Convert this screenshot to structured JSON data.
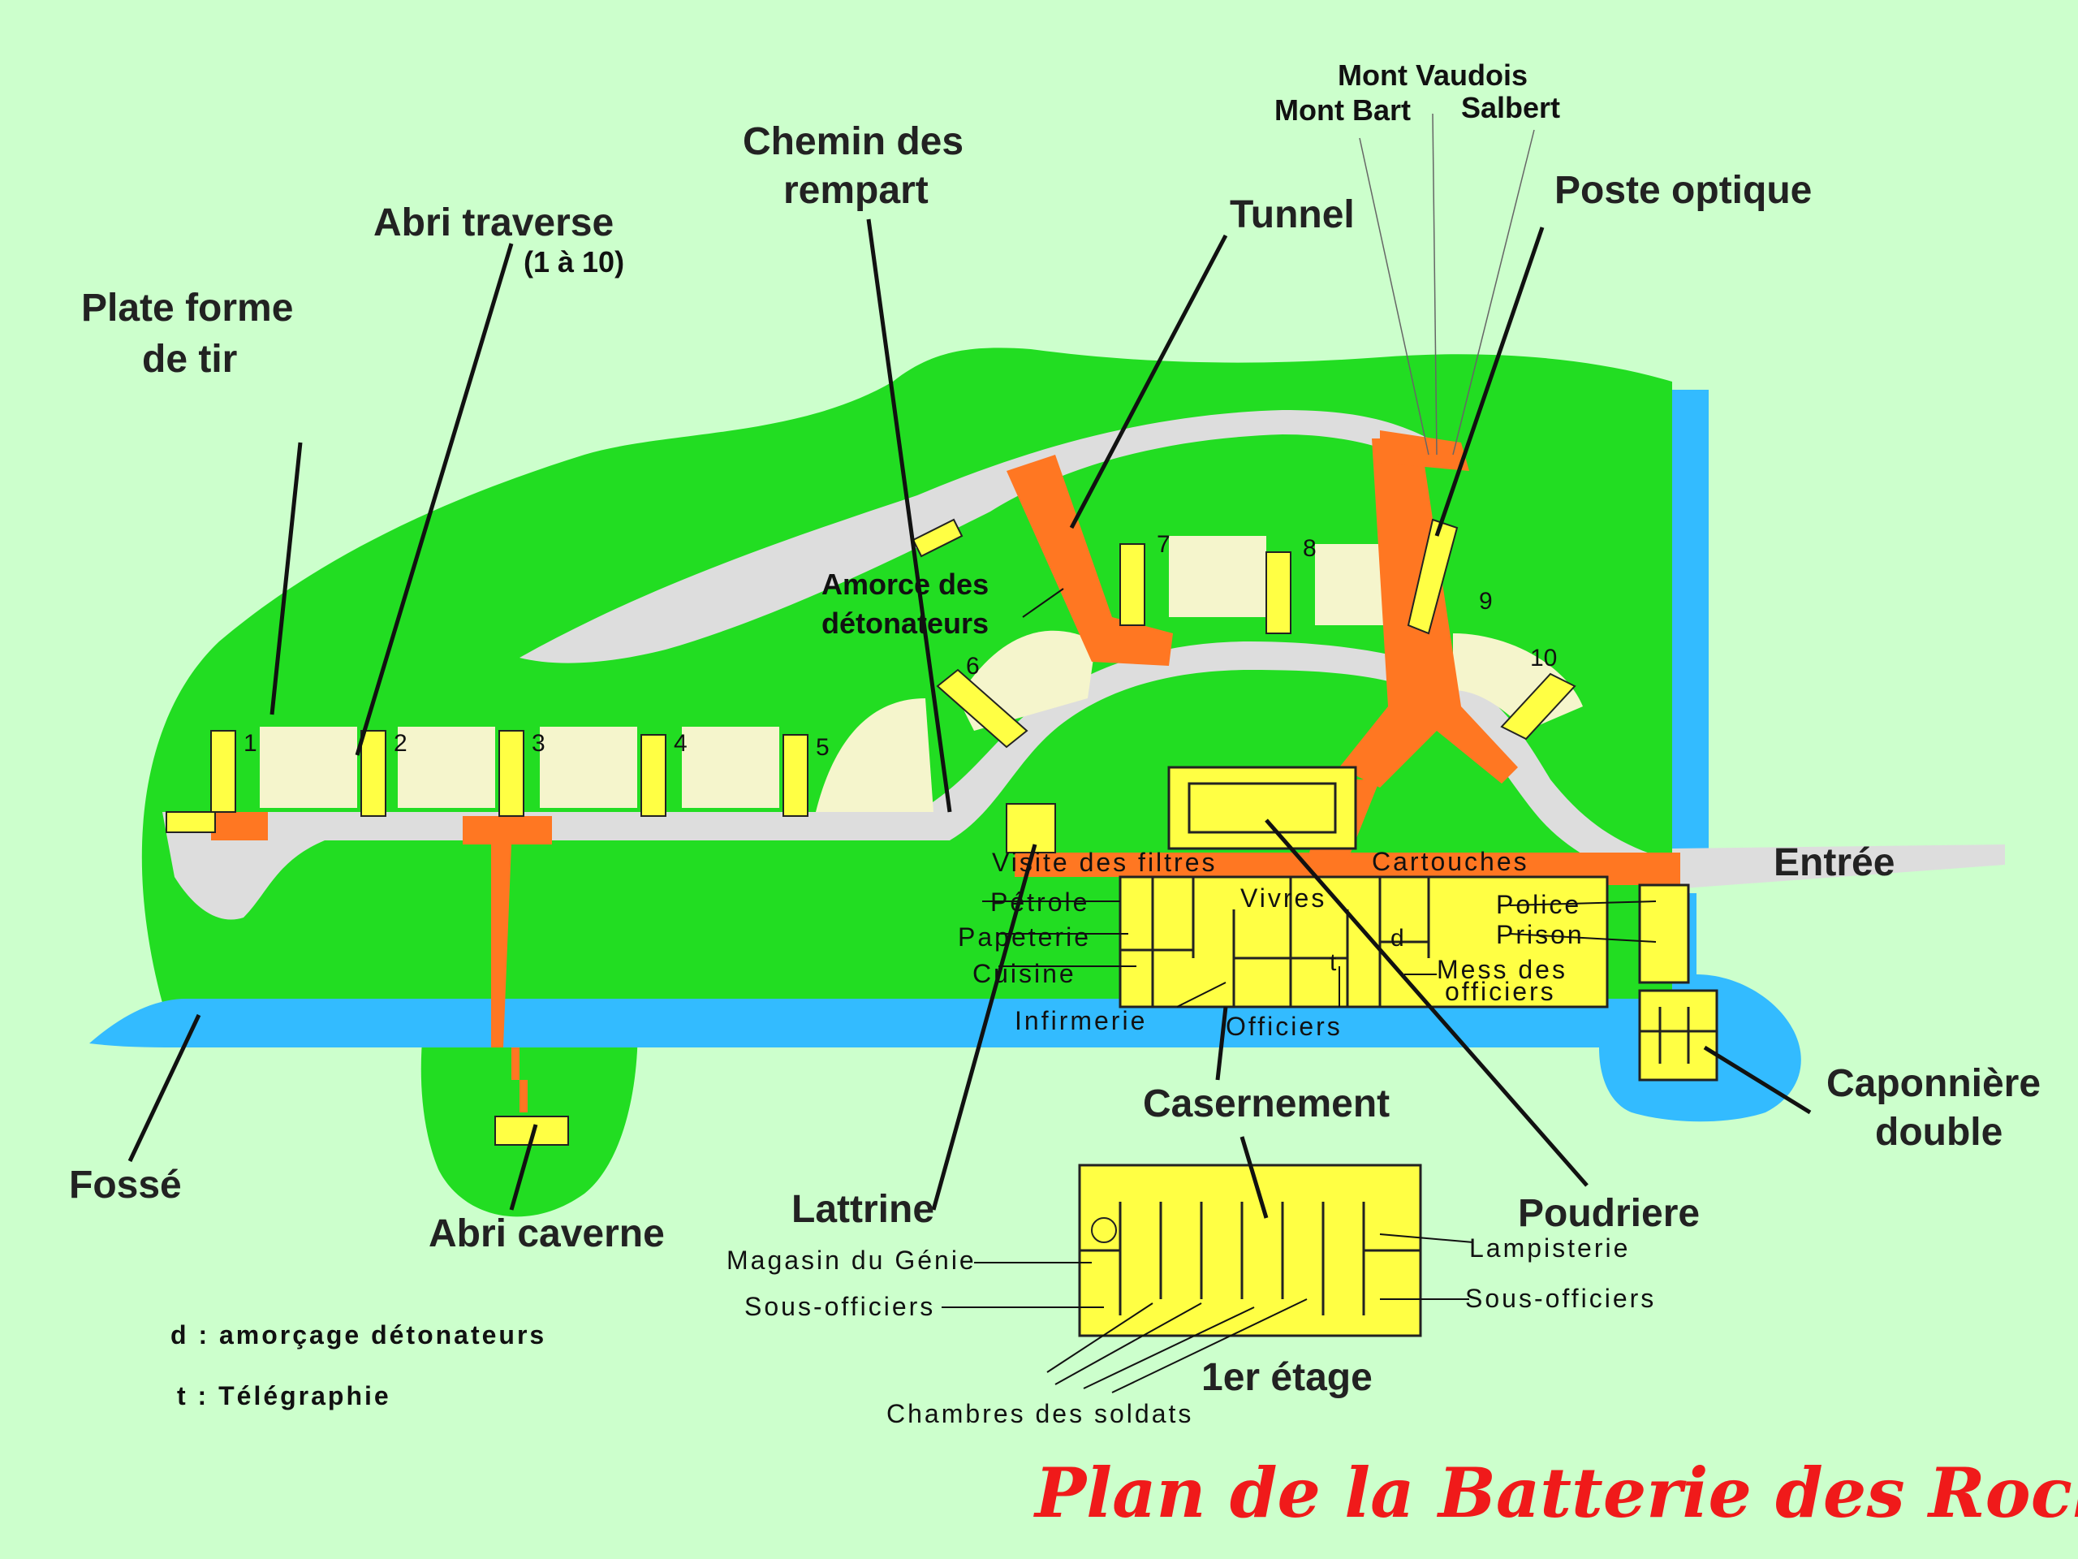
{
  "title": "Plan de la Batterie des Roches",
  "colors": {
    "background": "#ccffcc",
    "grass": "#22dd22",
    "moat": "#33bbff",
    "path": "#dddddd",
    "structure": "#ffff44",
    "corridor": "#ff7722",
    "casemate": "#f5f5cc",
    "title": "#f01a1a"
  },
  "labels": {
    "mont_vaudois": "Mont Vaudois",
    "mont_bart": "Mont Bart",
    "salbert": "Salbert",
    "chemin": "Chemin des",
    "rempart": "rempart",
    "tunnel": "Tunnel",
    "poste_optique": "Poste optique",
    "abri_traverse": "Abri traverse",
    "abri_range": "(1 à 10)",
    "plate_forme": "Plate forme",
    "de_tir": "de tir",
    "amorce1": "Amorce des",
    "amorce2": "détonateurs",
    "entree": "Entrée",
    "visite_filtres": "Visite des filtres",
    "cartouches": "Cartouches",
    "petrole": "Pétrole",
    "vivres": "Vivres",
    "papeterie": "Papeterie",
    "police": "Police",
    "prison": "Prison",
    "cuisine": "Cuisine",
    "d_mark": "d",
    "t_mark": "t",
    "mess1": "Mess des",
    "mess2": "officiers",
    "infirmerie": "Infirmerie",
    "officiers": "Officiers",
    "caponniere1": "Caponnière",
    "caponniere2": "double",
    "fosse": "Fossé",
    "casernement": "Casernement",
    "lattrine": "Lattrine",
    "poudriere": "Poudriere",
    "abri_caverne": "Abri caverne",
    "magasin": "Magasin du Génie",
    "lampisterie": "Lampisterie",
    "sous_officiers_left": "Sous-officiers",
    "sous_officiers_right": "Sous-officiers",
    "premier_etage": "1er étage",
    "chambres": "Chambres des soldats"
  },
  "legend": {
    "d": "d : amorçage détonateurs",
    "t": "t : Télégraphie"
  },
  "traverse_numbers": [
    "1",
    "2",
    "3",
    "4",
    "5",
    "6",
    "7",
    "8",
    "9",
    "10"
  ]
}
